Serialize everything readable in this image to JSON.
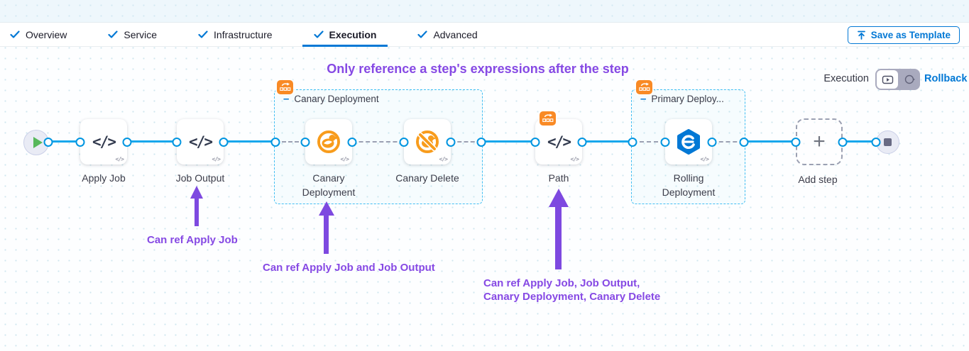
{
  "tabbar": {
    "tabs": [
      {
        "label": "Overview"
      },
      {
        "label": "Service"
      },
      {
        "label": "Infrastructure"
      },
      {
        "label": "Execution"
      },
      {
        "label": "Advanced"
      }
    ],
    "active_tab": "Execution",
    "save_as_template_label": "Save as Template"
  },
  "canvas": {
    "title": "Only reference a step's expressions after the step",
    "mode": {
      "execution_label": "Execution",
      "rollback_label": "Rollback"
    },
    "groups": {
      "canary": "Canary Deployment",
      "primary": "Primary Deploy...",
      "collapse_glyph": "–"
    },
    "nodes": {
      "apply_job": "Apply Job",
      "job_output": "Job Output",
      "canary_deployment": "Canary Deployment",
      "canary_delete": "Canary Delete",
      "path": "Path",
      "rolling_deployment": "Rolling Deployment",
      "add_step": "Add step",
      "add_glyph": "+",
      "code_glyph": "</>",
      "corner_glyph": "</>"
    },
    "annotations": {
      "ref1": "Can ref Apply Job",
      "ref2": "Can ref Apply Job and Job Output",
      "ref3_line1": "Can ref Apply Job, Job Output,",
      "ref3_line2": "Canary Deployment, Canary Delete"
    },
    "colors": {
      "accent_blue": "#0278D5",
      "flow_line_blue": "#18A7EC",
      "group_border_blue": "#41BEF2",
      "badge_orange": "#F98A25",
      "canary_orange": "#F89C1C",
      "rolling_blue": "#0278D5",
      "annotation_purple": "#8649E4",
      "start_green": "#57B85B"
    }
  }
}
